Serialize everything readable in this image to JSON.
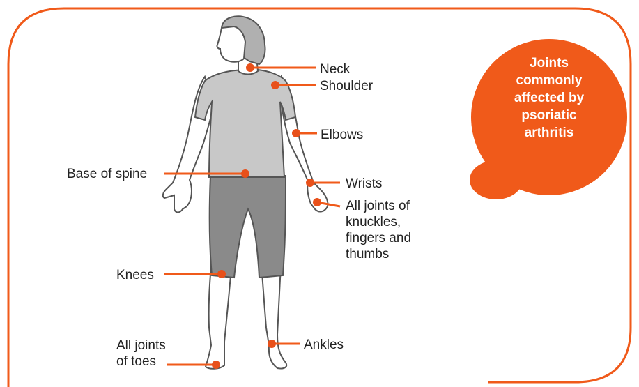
{
  "colors": {
    "accent": "#f05a1a",
    "dot": "#e8501a",
    "shirt": "#c8c8c8",
    "shorts": "#8a8a8a",
    "hair": "#b0b0b0",
    "outline": "#555555"
  },
  "callout": {
    "lines": [
      "Joints",
      "commonly",
      "affected by",
      "psoriatic",
      "arthritis"
    ]
  },
  "labels": {
    "neck": "Neck",
    "shoulder": "Shoulder",
    "elbows": "Elbows",
    "base_of_spine": "Base of spine",
    "wrists": "Wrists",
    "knuckles": [
      "All joints of",
      "knuckles,",
      "fingers and",
      "thumbs"
    ],
    "knees": "Knees",
    "ankles": "Ankles",
    "toes": [
      "All joints",
      "of toes"
    ]
  }
}
